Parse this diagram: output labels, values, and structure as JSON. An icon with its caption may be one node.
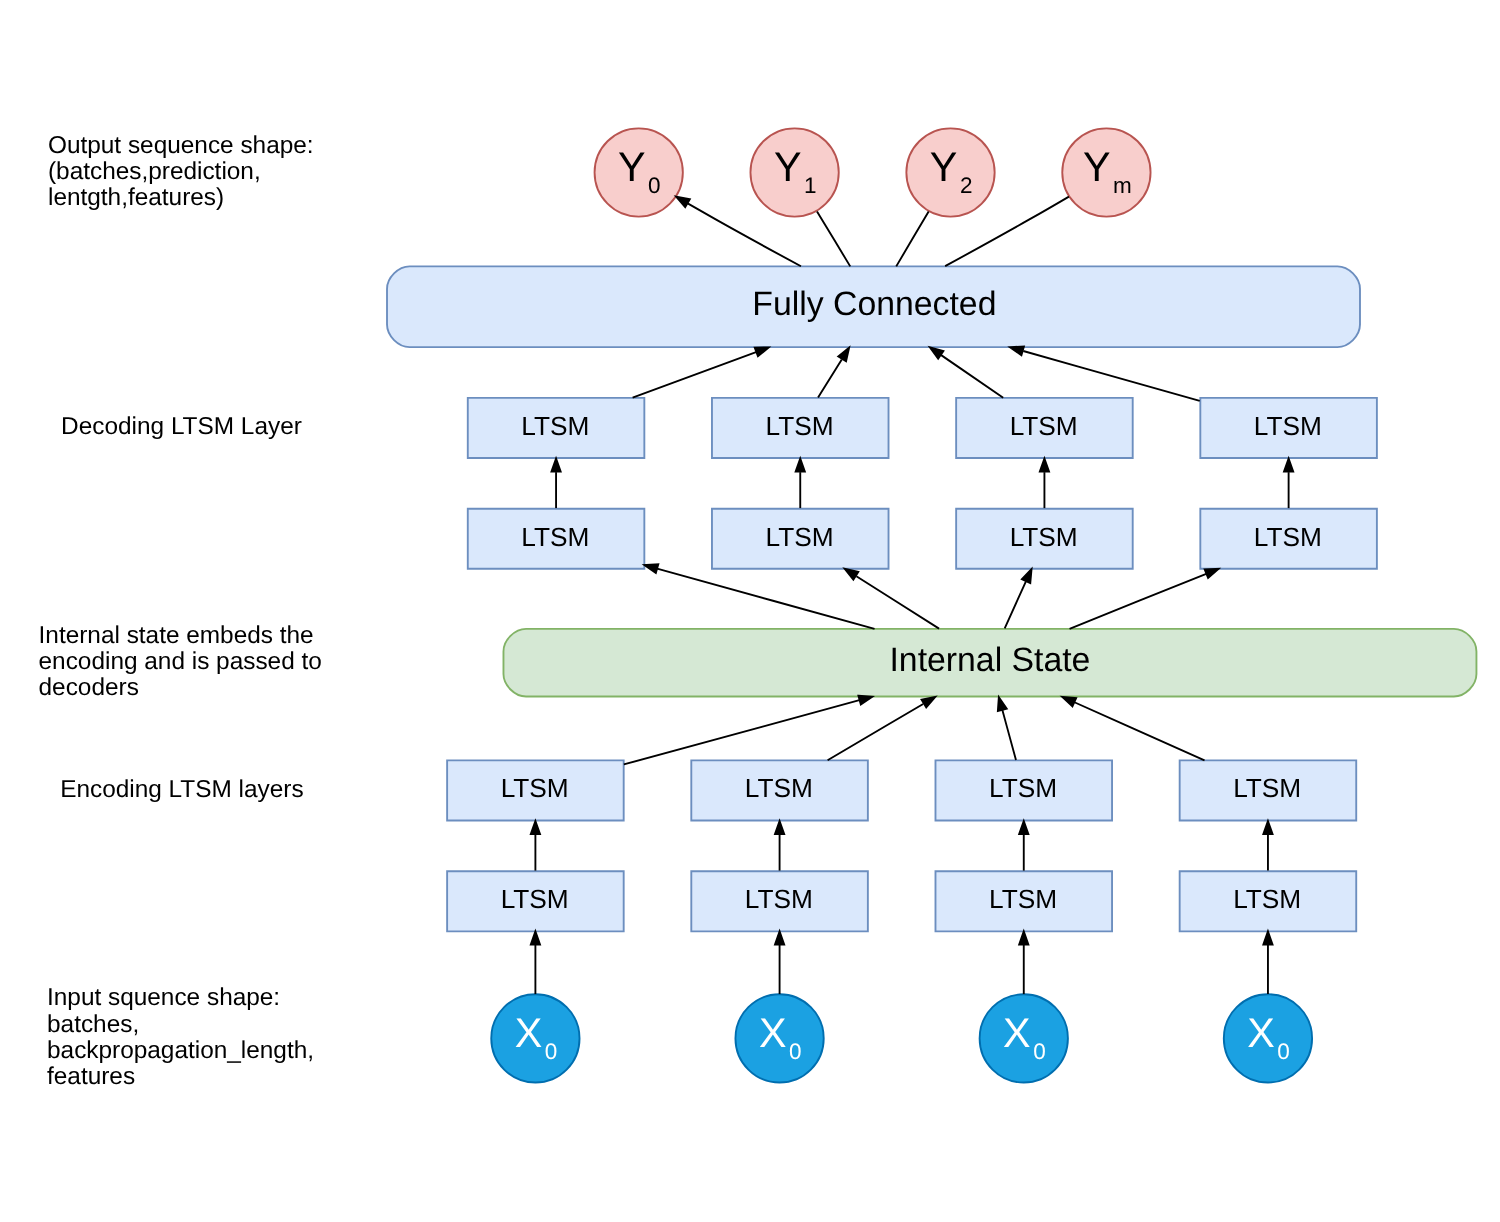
{
  "diagram": {
    "nodes": [
      {
        "text": [
          "Y$_{0}$"
        ]
      },
      {
        "text": [
          "Y$_{1}$"
        ]
      },
      {
        "text": [
          "Y$_{2}$"
        ]
      },
      {
        "text": [
          "Y$_{m}$"
        ]
      },
      {
        "text": [
          "Fully Connected"
        ]
      },
      {
        "text": [
          "LTSM"
        ]
      },
      {
        "text": [
          "LTSM"
        ]
      },
      {
        "text": [
          "LTSM"
        ]
      },
      {
        "text": [
          "LTSM"
        ]
      },
      {
        "text": [
          "LTSM"
        ]
      },
      {
        "text": [
          "LTSM"
        ]
      },
      {
        "text": [
          "LTSM"
        ]
      },
      {
        "text": [
          "LTSM"
        ]
      },
      {
        "text": [
          "Internal State"
        ]
      },
      {
        "text": [
          "LTSM"
        ]
      },
      {
        "text": [
          "LTSM"
        ]
      },
      {
        "text": [
          "LTSM"
        ]
      },
      {
        "text": [
          "LTSM"
        ]
      },
      {
        "text": [
          "LTSM"
        ]
      },
      {
        "text": [
          "LTSM"
        ]
      },
      {
        "text": [
          "LTSM"
        ]
      },
      {
        "text": [
          "LTSM"
        ]
      },
      {
        "text": [
          "X$_{0}$"
        ]
      },
      {
        "text": [
          "X$_{0}$"
        ]
      },
      {
        "text": [
          "X$_{0}$"
        ]
      },
      {
        "text": [
          "X$_{0}$"
        ]
      }
    ],
    "edges": [
      {
        "from": 22,
        "to": 18,
        "arrow": "to"
      },
      {
        "from": 23,
        "to": 19,
        "arrow": "to"
      },
      {
        "from": 24,
        "to": 20,
        "arrow": "to"
      },
      {
        "from": 25,
        "to": 21,
        "arrow": "to"
      },
      {
        "from": 18,
        "to": 14,
        "arrow": "to"
      },
      {
        "from": 19,
        "to": 15,
        "arrow": "to"
      },
      {
        "from": 20,
        "to": 16,
        "arrow": "to"
      },
      {
        "from": 21,
        "to": 17,
        "arrow": "to"
      },
      {
        "from": 14,
        "to": 13,
        "arrow": "to"
      },
      {
        "from": 15,
        "to": 13,
        "arrow": "to"
      },
      {
        "from": 16,
        "to": 13,
        "arrow": "to"
      },
      {
        "from": 17,
        "to": 13,
        "arrow": "to"
      },
      {
        "from": 13,
        "to": 9,
        "arrow": "to"
      },
      {
        "from": 13,
        "to": 10,
        "arrow": "to"
      },
      {
        "from": 13,
        "to": 11,
        "arrow": "to"
      },
      {
        "from": 13,
        "to": 12,
        "arrow": "to"
      },
      {
        "from": 9,
        "to": 5,
        "arrow": "to"
      },
      {
        "from": 10,
        "to": 6,
        "arrow": "to"
      },
      {
        "from": 11,
        "to": 7,
        "arrow": "to"
      },
      {
        "from": 12,
        "to": 8,
        "arrow": "to"
      },
      {
        "from": 5,
        "to": 4,
        "arrow": "to"
      },
      {
        "from": 6,
        "to": 4,
        "arrow": "to"
      },
      {
        "from": 7,
        "to": 4,
        "arrow": "to"
      },
      {
        "from": 8,
        "to": 4,
        "arrow": "to"
      },
      {
        "from": 4,
        "to": 0,
        "arrow": "to"
      },
      {
        "from": 4,
        "to": 1,
        "arrow": "none"
      },
      {
        "from": 4,
        "to": 2,
        "arrow": "none"
      },
      {
        "from": 4,
        "to": 3,
        "arrow": "none"
      }
    ],
    "labels": [
      "Output sequence shape: (batches,prediction, lentgth,features)",
      "Decoding LTSM Layer",
      "Internal state embeds the encoding and is passed to decoders",
      "Encoding LTSM layers",
      "Input squence shape: batches, backpropagation_length, features"
    ]
  }
}
